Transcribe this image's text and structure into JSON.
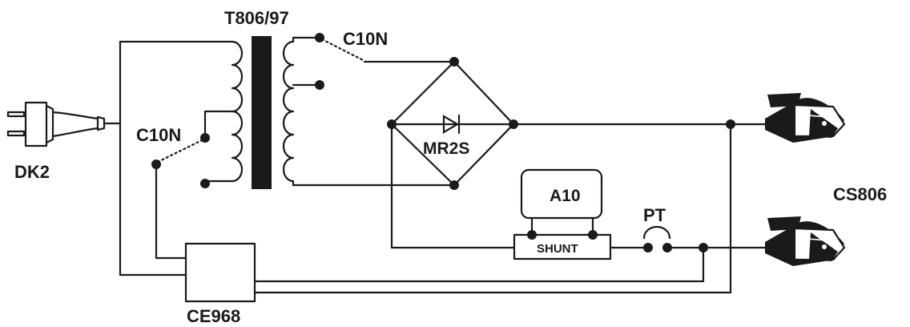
{
  "labels": {
    "transformer": "T806/97",
    "switch_top": "C10N",
    "switch_left": "C10N",
    "plug": "DK2",
    "bridge": "MR2S",
    "meter": "A10",
    "shunt": "SHUNT",
    "thermal": "PT",
    "control": "CE968",
    "clamps": "CS806"
  },
  "colors": {
    "ink": "#1a1a1a",
    "background": "#ffffff"
  }
}
